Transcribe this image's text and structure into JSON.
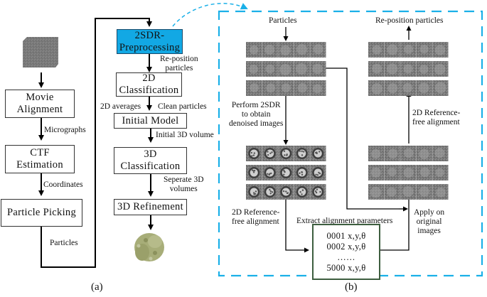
{
  "panel_a": {
    "caption": "(a)",
    "boxes": {
      "movie_alignment": "Movie\nAlignment",
      "ctf_estimation": "CTF\nEstimation",
      "particle_picking": "Particle Picking",
      "preprocessing": "2SDR-\nPreprocessing",
      "classification_2d": "2D\nClassification",
      "initial_model": "Initial Model",
      "classification_3d": "3D\nClassification",
      "refinement_3d": "3D Refinement"
    },
    "edge_labels": {
      "micrographs": "Micrographs",
      "coordinates": "Coordinates",
      "particles": "Particles",
      "reposition": "Re-position\nparticles",
      "averages_2d": "2D averages",
      "clean_particles": "Clean particles",
      "initial_volume": "Initial 3D volume",
      "separate_volumes": "Seperate 3D\nvolumes"
    },
    "colors": {
      "preprocessing_fill": "#12a8e4",
      "map_fill": "#a7ad78"
    }
  },
  "panel_b": {
    "caption": "(b)",
    "labels": {
      "particles": "Particles",
      "reposition": "Re-position particles",
      "perform_2sdr": "Perform 2SDR\nto obtain\ndenoised images",
      "ref_free_right": "2D Reference-\nfree alignment",
      "ref_free_left": "2D Reference-\nfree alignment",
      "extract": "Extract alignment parameters",
      "apply": "Apply on\noriginal\nimages"
    },
    "param_table": [
      "0001 x,y,θ",
      "0002 x,y,θ",
      "……",
      "5000 x,y,θ"
    ],
    "image_grids": {
      "rows": 3,
      "cols": 5
    },
    "colors": {
      "dashed_border": "#1ab0e8",
      "param_box_border": "#3d5e3f"
    }
  }
}
